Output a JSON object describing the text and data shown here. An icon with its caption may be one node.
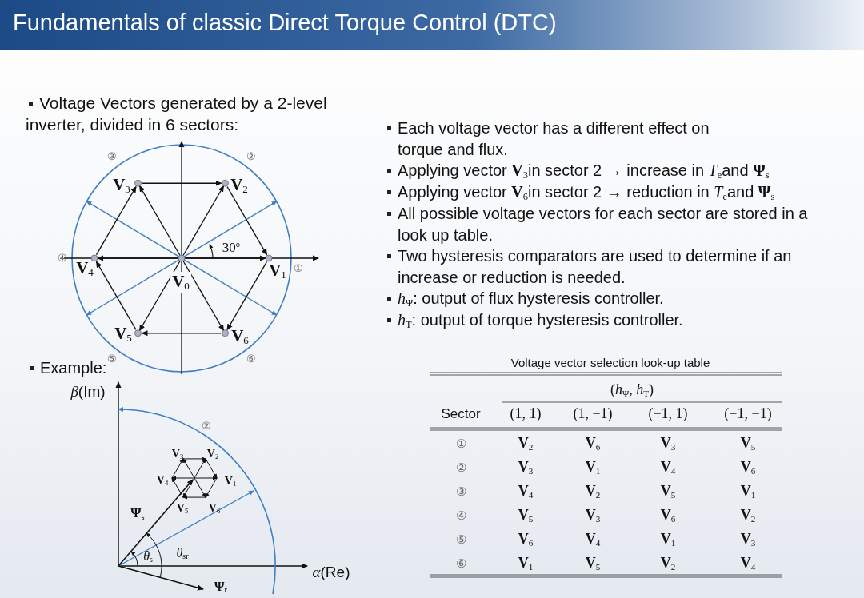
{
  "diagram": {
    "title": "Fundamentals of classic Direct Torque Control (DTC)",
    "labels": [
      "Voltage Vectors generated by a 2-level inverter, divided in 6 sectors:",
      "③",
      "②",
      "**V**$_{3}$",
      "**V**$_{2}$",
      "30$^{o}$",
      "④",
      "**V**$_{4}$",
      "**V**$_{0}$",
      "**V**$_{1}$",
      "①",
      "**V**$_{5}$",
      "**V**$_{6}$",
      "⑤",
      "⑥",
      "Each voltage vector has a different effect on torque and flux.",
      "Applying vector **V**$_{3}$in sector 2 → increase in *T*$_{e}$and **Ψ**$_{s}$",
      "Applying vector **V**$_{6}$in sector 2 → reduction in *T*$_{e}$and **Ψ**$_{s}$",
      "All possible voltage vectors for each sector are stored in a look up table.",
      "Two hysteresis comparators are used to determine if an increase or reduction is needed.",
      "*h*$_{Ψ}$: output of flux hysteresis controller.",
      "*h*$_{T}$: output of torque hysteresis controller.",
      "Example:",
      "*β*(Im)",
      "②",
      "**V**$_{3}$",
      "**V**$_{2}$",
      "**V**$_{4}$",
      "**V**$_{1}$",
      "**V**$_{5}$",
      "**V**$_{6}$",
      "**Ψ**$_{s}$",
      "*θ*$_{s}$",
      "*θ*$_{sr}$",
      "*α*(Re)",
      "**Ψ**$_{r}$",
      "Voltage vector selection look-up table",
      "(*h*$_{Ψ}$, *h*$_{T}$)",
      "Sector",
      "(1, 1)",
      "(1, −1)",
      "(−1, 1)",
      "(−1, −1)",
      "①",
      "**V**$_{2}$",
      "**V**$_{6}$",
      "**V**$_{3}$",
      "**V**$_{5}$",
      "②",
      "**V**$_{3}$",
      "**V**$_{1}$",
      "**V**$_{4}$",
      "**V**$_{6}$",
      "③",
      "**V**$_{4}$",
      "**V**$_{2}$",
      "**V**$_{5}$",
      "**V**$_{1}$",
      "④",
      "**V**$_{5}$",
      "**V**$_{3}$",
      "**V**$_{6}$",
      "**V**$_{2}$",
      "⑤",
      "**V**$_{6}$",
      "**V**$_{4}$",
      "**V**$_{1}$",
      "**V**$_{3}$",
      "⑥",
      "**V**$_{1}$",
      "**V**$_{5}$",
      "**V**$_{2}$",
      "**V**$_{4}$"
    ]
  }
}
